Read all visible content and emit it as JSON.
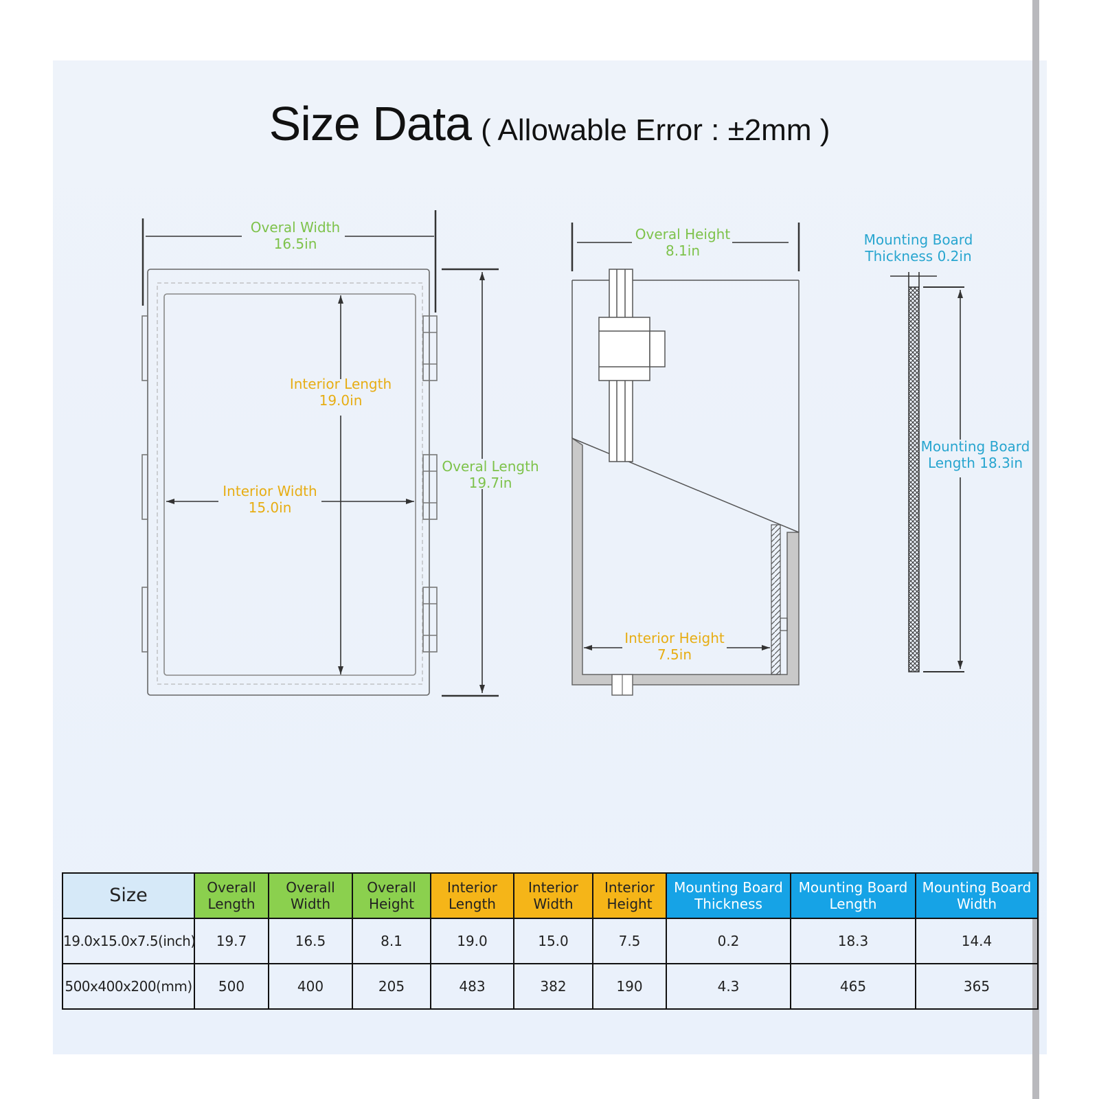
{
  "title": "Size Data",
  "title_note": "( Allowable Error : ±2mm )",
  "labels": {
    "overall_width": [
      "Overal Width",
      "16.5in"
    ],
    "overall_length": [
      "Overal Length",
      "19.7in"
    ],
    "interior_length": [
      "Interior Length",
      "19.0in"
    ],
    "interior_width": [
      "Interior Width",
      "15.0in"
    ],
    "overall_height": [
      "Overal Height",
      "8.1in"
    ],
    "interior_height": [
      "Interior Height",
      "7.5in"
    ],
    "board_thickness": [
      "Mounting Board",
      "Thickness 0.2in"
    ],
    "board_length": [
      "Mounting Board",
      "Length 18.3in"
    ]
  },
  "colors": {
    "overall": "#8bd04e",
    "interior": "#f5b518",
    "mounting_board": "#16a3e6",
    "size_header": "#d6e9f8"
  },
  "table": {
    "size_header": "Size",
    "columns": [
      {
        "line1": "Overall",
        "line2": "Length",
        "group": "overall"
      },
      {
        "line1": "Overall",
        "line2": "Width",
        "group": "overall"
      },
      {
        "line1": "Overall",
        "line2": "Height",
        "group": "overall"
      },
      {
        "line1": "Interior",
        "line2": "Length",
        "group": "interior"
      },
      {
        "line1": "Interior",
        "line2": "Width",
        "group": "interior"
      },
      {
        "line1": "Interior",
        "line2": "Height",
        "group": "interior"
      },
      {
        "line1": "Mounting Board",
        "line2": "Thickness",
        "group": "mounting_board"
      },
      {
        "line1": "Mounting Board",
        "line2": "Length",
        "group": "mounting_board"
      },
      {
        "line1": "Mounting Board",
        "line2": "Width",
        "group": "mounting_board"
      }
    ],
    "rows": [
      {
        "name": "19.0x15.0x7.5(inch)",
        "values": [
          "19.7",
          "16.5",
          "8.1",
          "19.0",
          "15.0",
          "7.5",
          "0.2",
          "18.3",
          "14.4"
        ]
      },
      {
        "name": "500x400x200(mm)",
        "values": [
          "500",
          "400",
          "205",
          "483",
          "382",
          "190",
          "4.3",
          "465",
          "365"
        ]
      }
    ]
  }
}
